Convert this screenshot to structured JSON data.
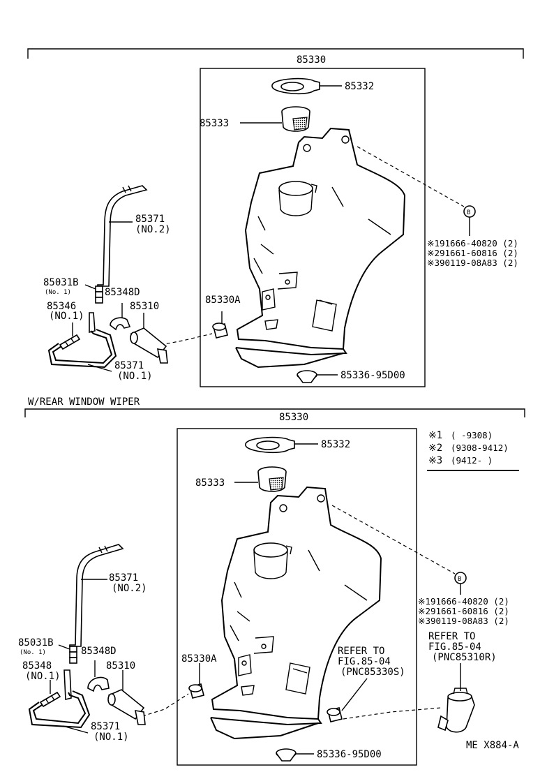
{
  "top": {
    "assembly": "85330",
    "cap": "85332",
    "strainer": "85333",
    "grommet": "85330A",
    "plug": "85336-95D00",
    "motor_pump": "85310",
    "hose_no2_num": "85371",
    "hose_no2_tag": "(NO.2)",
    "joint_num": "85031B",
    "joint_tag": "(No. 1)",
    "check_valve": "85348D",
    "valve_num": "85346",
    "valve_tag": "(NO.1)",
    "hose_no1_num": "85371",
    "hose_no1_tag": "(NO.1)",
    "bolt_mark": "B",
    "bolt1": "※191666-40820 (2)",
    "bolt2": "※291661-60816 (2)",
    "bolt3": "※390119-08A83 (2)"
  },
  "section_title": "W/REAR WINDOW WIPER",
  "bottom": {
    "assembly": "85330",
    "cap": "85332",
    "strainer": "85333",
    "grommet": "85330A",
    "plug": "85336-95D00",
    "motor_pump": "85310",
    "hose_no2_num": "85371",
    "hose_no2_tag": "(NO.2)",
    "joint_num": "85031B",
    "joint_tag": "(No. 1)",
    "check_valve": "85348D",
    "valve_num": "85348",
    "valve_tag": "(NO.1)",
    "hose_no1_num": "85371",
    "hose_no1_tag": "(NO.1)",
    "bolt_mark": "B",
    "bolt1": "※191666-40820 (2)",
    "bolt2": "※291661-60816 (2)",
    "bolt3": "※390119-08A83 (2)",
    "refer_center": [
      "REFER TO",
      "FIG.85-04",
      "(PNC85330S)"
    ],
    "refer_right": [
      "REFER TO",
      "FIG.85-04",
      "(PNC85310R)"
    ]
  },
  "legend": [
    {
      "mark": "※1",
      "range": "(      -9308)"
    },
    {
      "mark": "※2",
      "range": "(9308-9412)"
    },
    {
      "mark": "※3",
      "range": "(9412-      )"
    }
  ],
  "figure_code": "ME  X884-A"
}
